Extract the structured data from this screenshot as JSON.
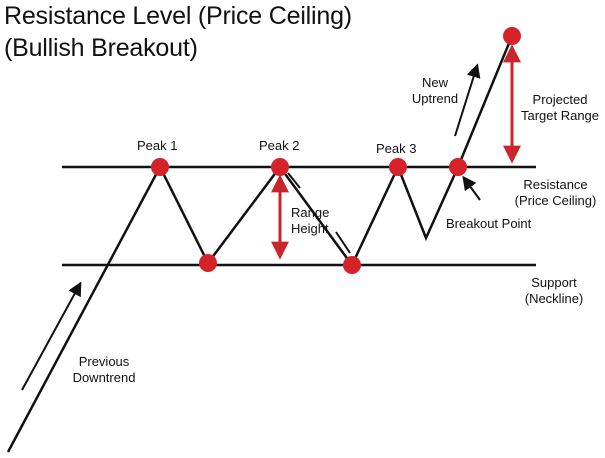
{
  "title": {
    "line1": "Resistance Level (Price Ceiling)",
    "line2": "(Bullish Breakout)"
  },
  "labels": {
    "peak1": "Peak 1",
    "peak2": "Peak 2",
    "peak3": "Peak 3",
    "range_height": [
      "Range",
      "Height"
    ],
    "new_uptrend": [
      "New",
      "Uptrend"
    ],
    "projected_target": [
      "Projected",
      "Target Range"
    ],
    "resistance": [
      "Resistance",
      "(Price Ceiling)"
    ],
    "breakout_point": "Breakout Point",
    "support": [
      "Support",
      "(Neckline)"
    ],
    "previous_downtrend": [
      "Previous",
      "Downtrend"
    ]
  },
  "colors": {
    "line": "#111111",
    "point": "#d6232a",
    "measure_arrow": "#c8262c"
  }
}
